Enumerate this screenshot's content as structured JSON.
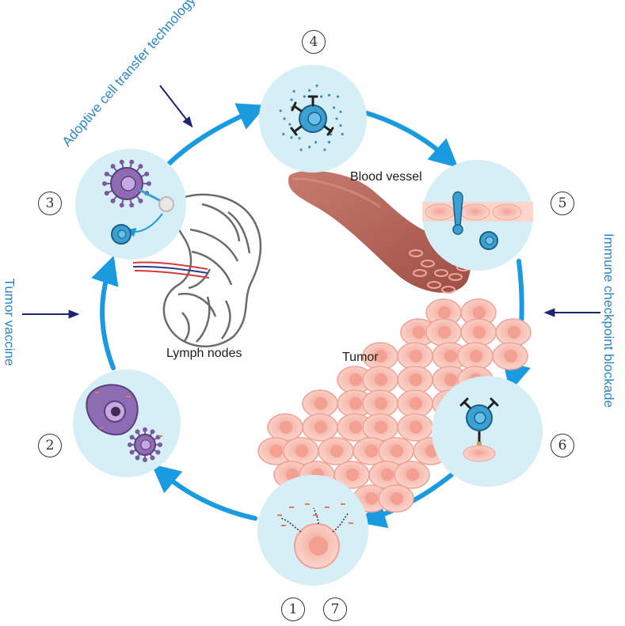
{
  "labels": {
    "adoptive": "Adoptive cell transfer technology",
    "vaccine": "Tumor vaccine",
    "checkpoint": "Immune checkpoint blockade",
    "blood_vessel": "Blood vessel",
    "lymph_nodes": "Lymph nodes",
    "tumor": "Tumor"
  },
  "steps": {
    "s1": "1",
    "s2": "2",
    "s3": "3",
    "s4": "4",
    "s5": "5",
    "s6": "6",
    "s7": "7"
  },
  "colors": {
    "cycle_arrow": "#1a9be0",
    "circle_fill": "#d6eef5",
    "side_text": "#2a86c8",
    "side_arrow": "#1d2470",
    "tumor_cell": "#f6b9ad",
    "vessel": "#b5655a",
    "dendritic": "#8f6bb3",
    "t_cell": "#3aa1d2"
  }
}
